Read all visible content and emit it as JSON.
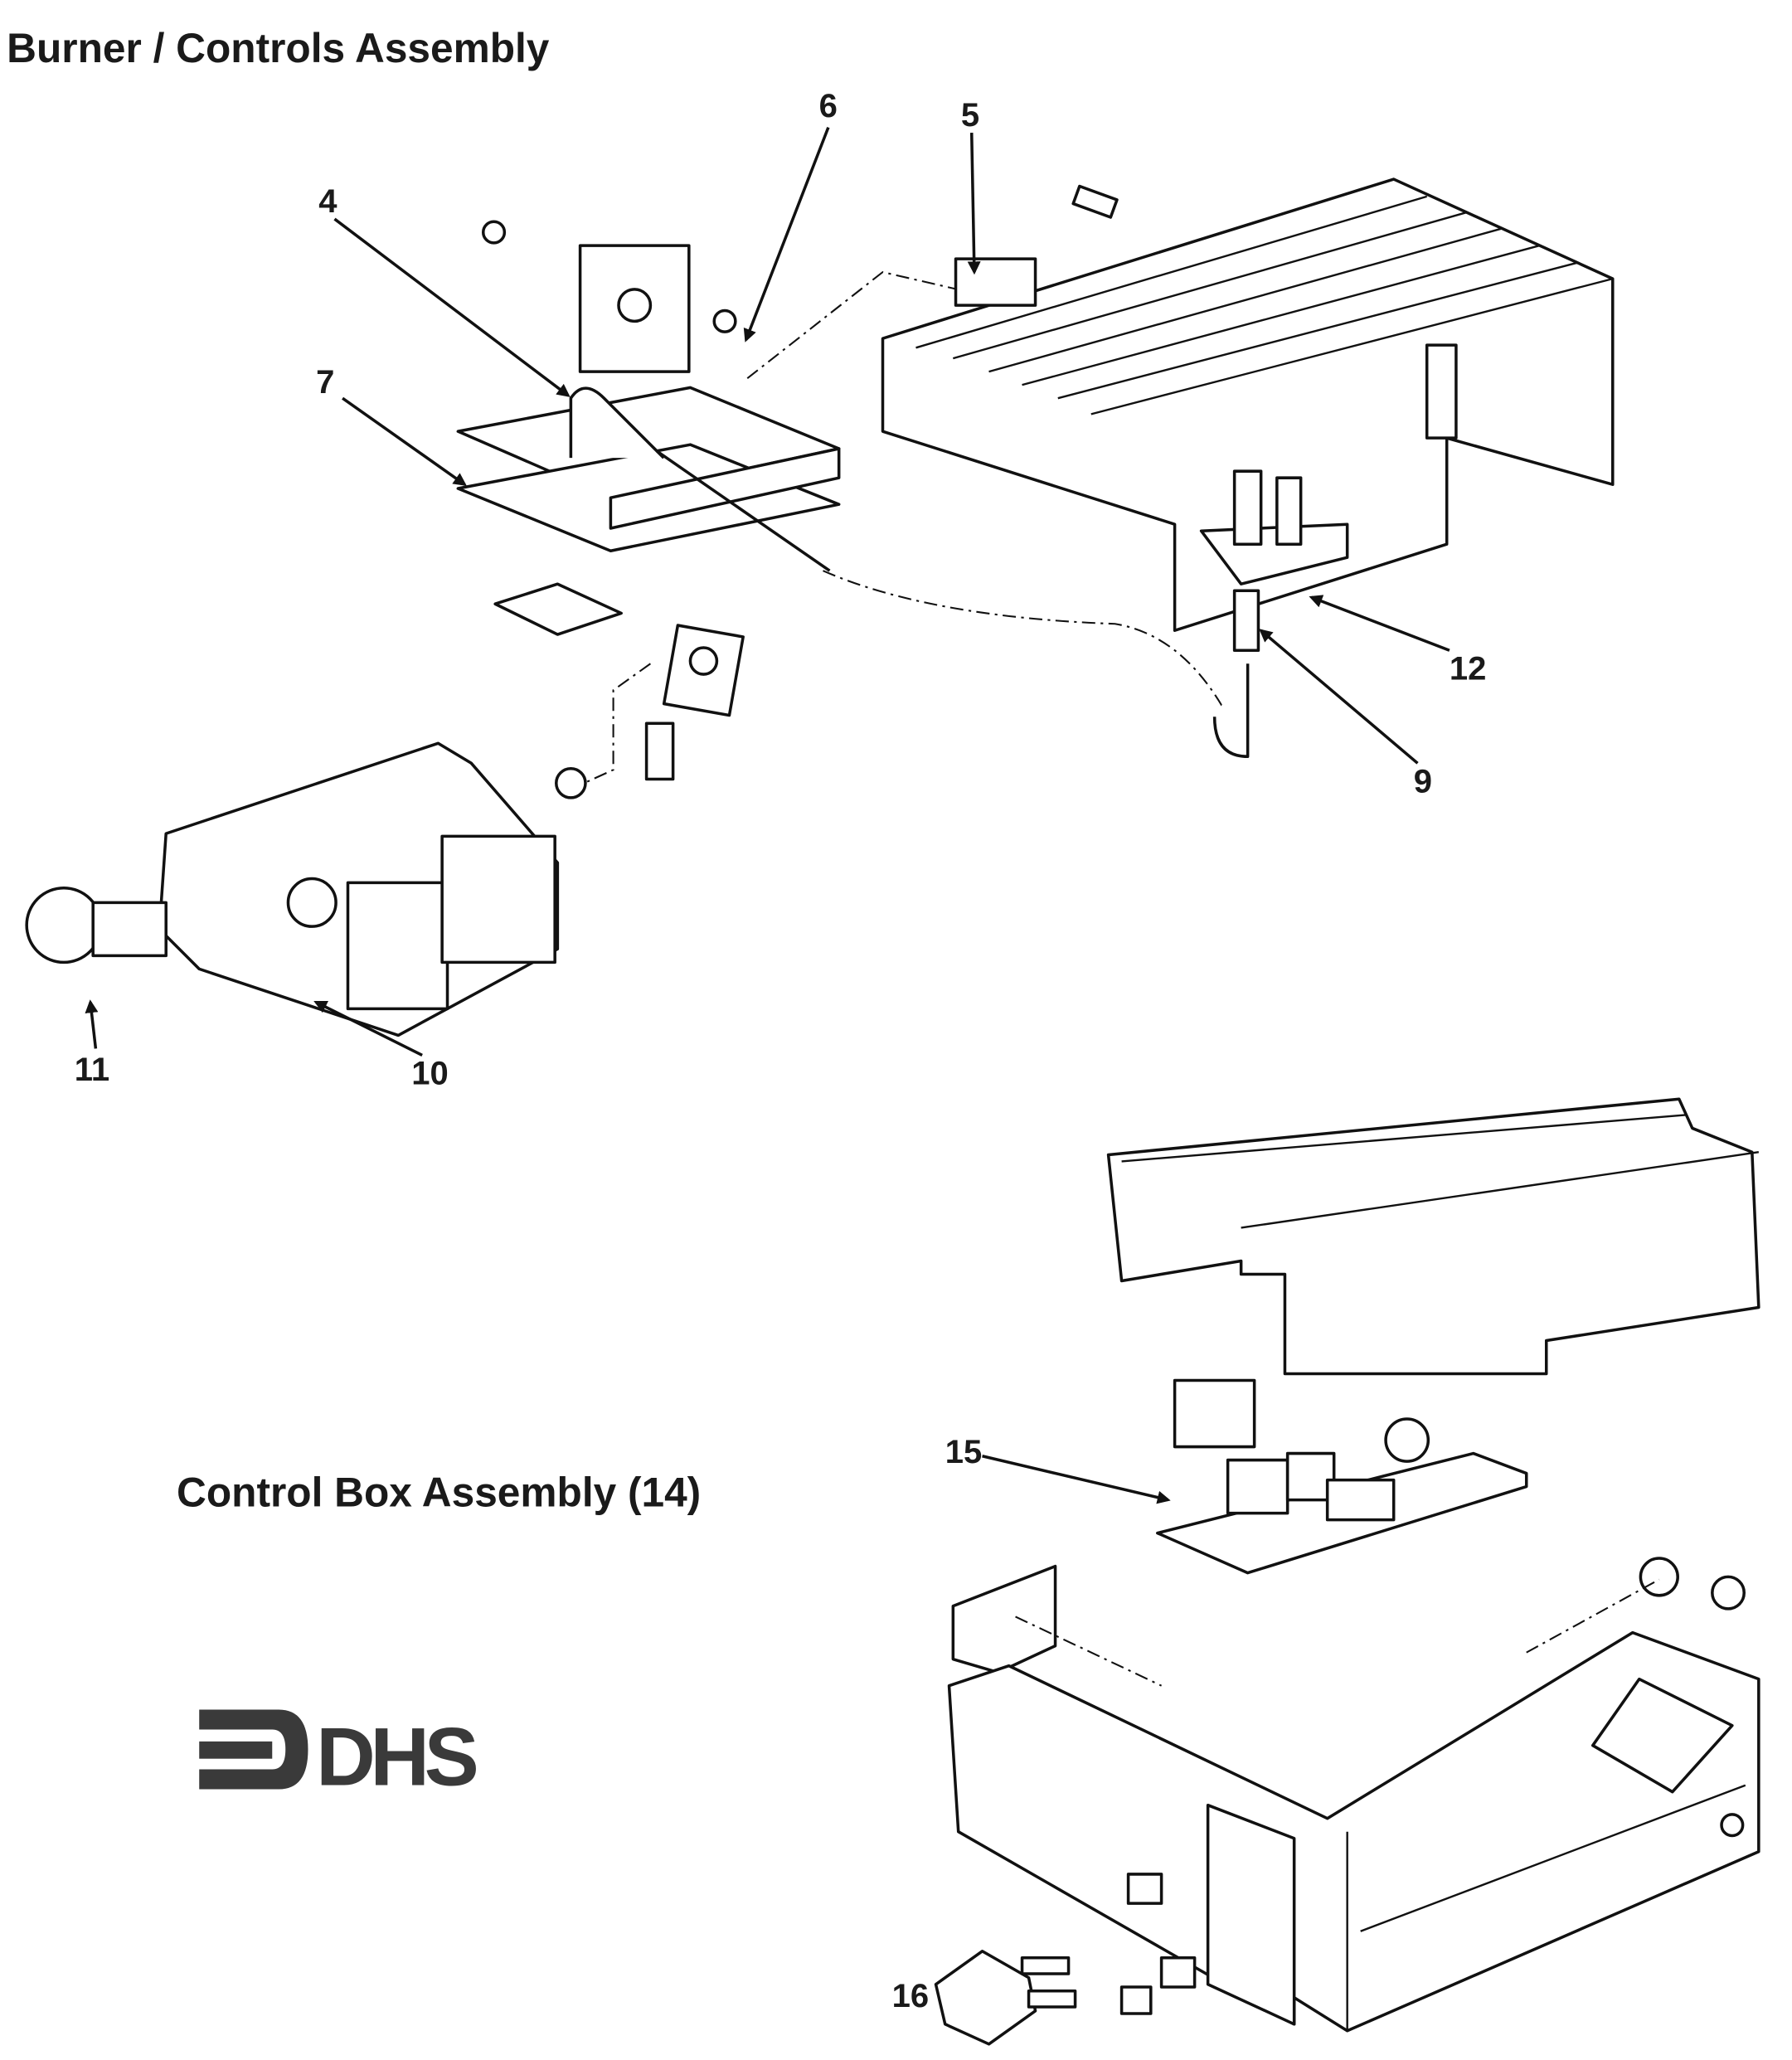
{
  "burner_section": {
    "title": "Burner / Controls Assembly",
    "callouts": {
      "burner_manifold": "4",
      "burner": "5",
      "orifice": "6",
      "bracket": "7",
      "thermocouple": "9",
      "gas_valve": "10",
      "valve_fitting": "11",
      "igniter": "12"
    }
  },
  "control_box_section": {
    "title": "Control Box Assembly (14)",
    "callouts": {
      "circuit_board": "15",
      "rocker_switch": "16"
    }
  },
  "logo": {
    "text": "DHS",
    "color": "#3a3a3a"
  }
}
